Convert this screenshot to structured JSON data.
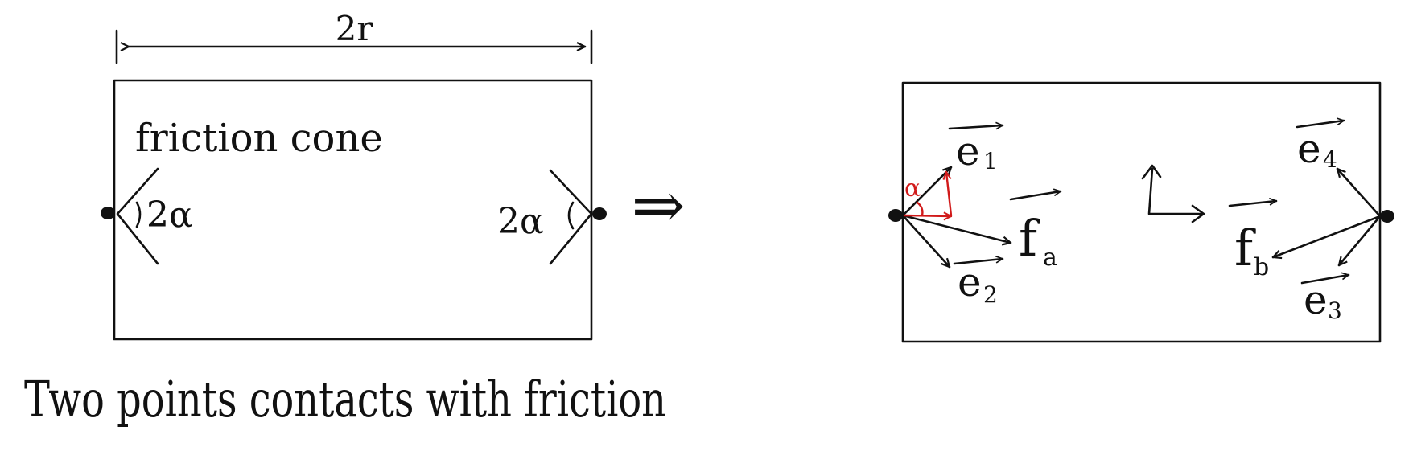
{
  "left_panel": {
    "width_label": "2r",
    "box_label": "friction cone",
    "angle_left": "2α",
    "angle_right": "2α"
  },
  "implies_symbol": "⇒",
  "right_panel": {
    "vec_e1_main": "e",
    "vec_e1_sub": "1",
    "vec_e2_main": "e",
    "vec_e2_sub": "2",
    "vec_e3_main": "e",
    "vec_e3_sub": "3",
    "vec_e4_main": "e",
    "vec_e4_sub": "4",
    "vec_fa_main": "f",
    "vec_fa_sub": "a",
    "vec_fb_main": "f",
    "vec_fb_sub": "b",
    "alpha_label": "α"
  },
  "caption": "Two points contacts with friction",
  "colors": {
    "ink": "#111111",
    "accent": "#d11a1a"
  }
}
